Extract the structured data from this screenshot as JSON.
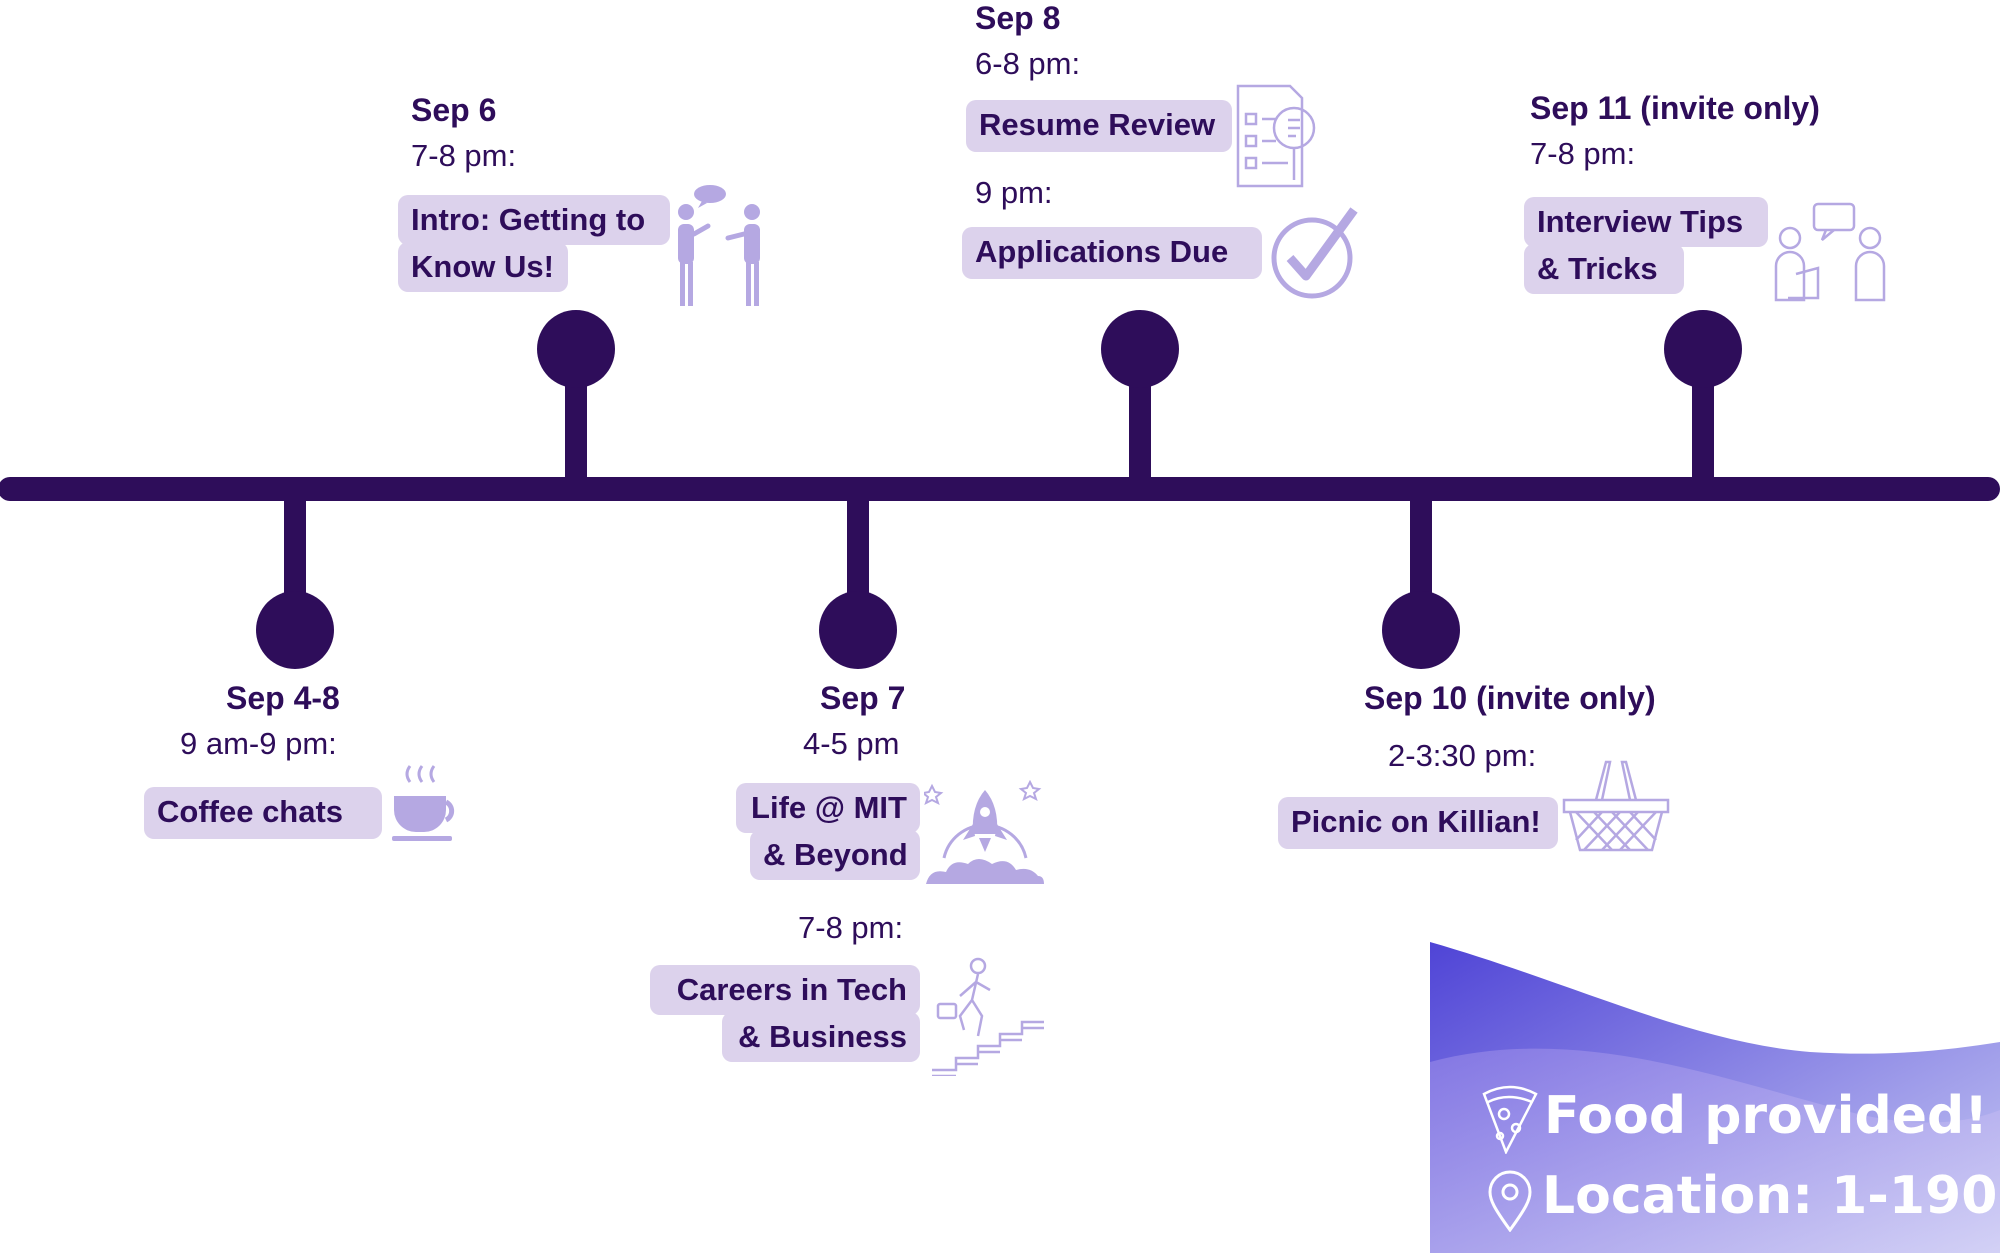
{
  "events": [
    {
      "id": "sep4",
      "date": "Sep 4-8",
      "slots": [
        {
          "time": "9 am-9 pm:",
          "lines": [
            "Coffee chats"
          ],
          "icon": "coffee-cup-icon"
        }
      ]
    },
    {
      "id": "sep6",
      "date": "Sep 6",
      "slots": [
        {
          "time": "7-8 pm:",
          "lines": [
            "Intro: Getting to",
            "Know Us!"
          ],
          "icon": "people-talking-icon"
        }
      ]
    },
    {
      "id": "sep7",
      "date": "Sep 7",
      "slots": [
        {
          "time": "4-5 pm",
          "lines": [
            "Life @ MIT",
            "& Beyond"
          ],
          "icon": "rocket-icon"
        },
        {
          "time": "7-8 pm:",
          "lines": [
            "Careers in Tech",
            "& Business"
          ],
          "icon": "stairs-climber-icon"
        }
      ]
    },
    {
      "id": "sep8",
      "date": "Sep 8",
      "slots": [
        {
          "time": "6-8 pm:",
          "lines": [
            "Resume Review"
          ],
          "icon": "document-search-icon"
        },
        {
          "time": "9 pm:",
          "lines": [
            "Applications Due"
          ],
          "icon": "checkmark-circle-icon"
        }
      ]
    },
    {
      "id": "sep10",
      "date": "Sep 10 (invite only)",
      "slots": [
        {
          "time": "2-3:30 pm:",
          "lines": [
            "Picnic on Killian!"
          ],
          "icon": "picnic-basket-icon"
        }
      ]
    },
    {
      "id": "sep11",
      "date": "Sep 11 (invite only)",
      "slots": [
        {
          "time": "7-8 pm:",
          "lines": [
            "Interview Tips",
            "& Tricks"
          ],
          "icon": "interview-icon"
        }
      ]
    }
  ],
  "banner": {
    "food": "Food provided!",
    "location": "Location: 1-190",
    "food_icon": "pizza-slice-icon",
    "location_icon": "map-pin-icon"
  },
  "colors": {
    "timeline": "#2e0d5a",
    "pill": "#dcd2ec",
    "icon": "#b5a8e2",
    "banner_start": "#5447d6",
    "banner_end": "#c8caf3"
  }
}
